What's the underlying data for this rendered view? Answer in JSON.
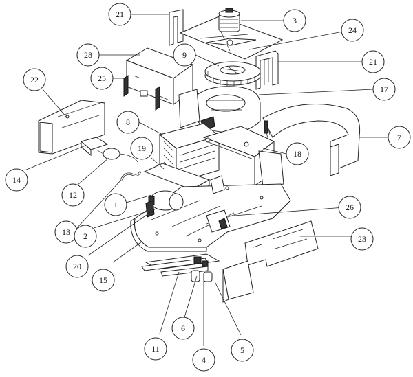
{
  "callouts": [
    {
      "id": "c21a",
      "label": "21"
    },
    {
      "id": "c3",
      "label": "3"
    },
    {
      "id": "c24",
      "label": "24"
    },
    {
      "id": "c28",
      "label": "28"
    },
    {
      "id": "c9",
      "label": "9"
    },
    {
      "id": "c21b",
      "label": "21"
    },
    {
      "id": "c22",
      "label": "22"
    },
    {
      "id": "c25",
      "label": "25"
    },
    {
      "id": "c17",
      "label": "17"
    },
    {
      "id": "c8",
      "label": "8"
    },
    {
      "id": "c7",
      "label": "7"
    },
    {
      "id": "c19",
      "label": "19"
    },
    {
      "id": "c18",
      "label": "18"
    },
    {
      "id": "c14",
      "label": "14"
    },
    {
      "id": "c12",
      "label": "12"
    },
    {
      "id": "c1",
      "label": "1"
    },
    {
      "id": "c26",
      "label": "26"
    },
    {
      "id": "c13",
      "label": "13"
    },
    {
      "id": "c2",
      "label": "2"
    },
    {
      "id": "c23",
      "label": "23"
    },
    {
      "id": "c20",
      "label": "20"
    },
    {
      "id": "c15",
      "label": "15"
    },
    {
      "id": "c6",
      "label": "6"
    },
    {
      "id": "c11",
      "label": "11"
    },
    {
      "id": "c5",
      "label": "5"
    },
    {
      "id": "c4",
      "label": "4"
    }
  ]
}
